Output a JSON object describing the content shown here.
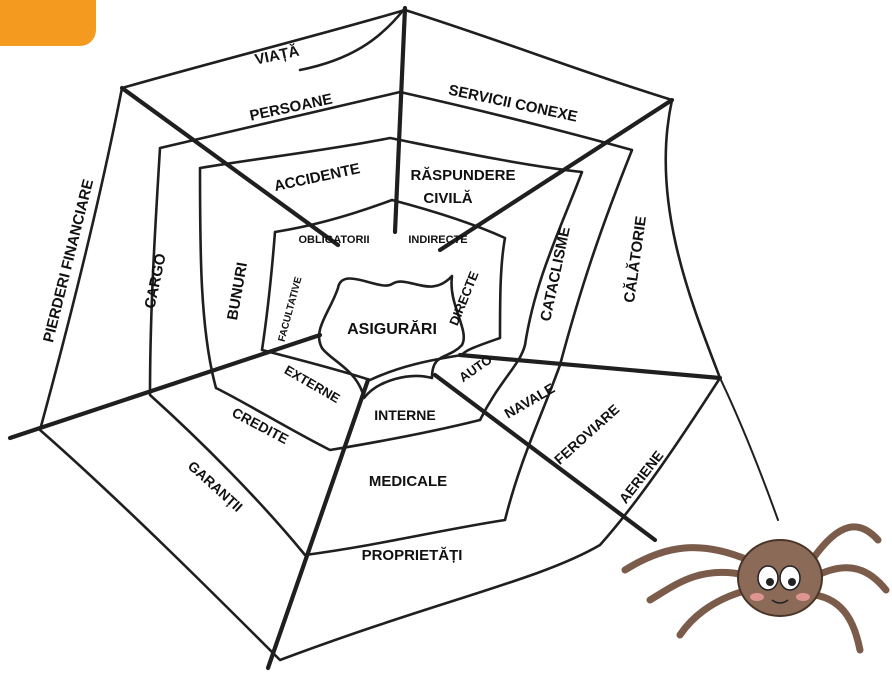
{
  "badge": {
    "text": "!"
  },
  "center": {
    "label": "ASIGURĂRI"
  },
  "ring1": {
    "obligatorii": "OBLIGATORII",
    "indirecte": "INDIRECTE",
    "directe": "DIRECTE",
    "auto": "AUTO",
    "interne": "INTERNE",
    "externe": "EXTERNE",
    "facultative": "FACULTATIVE"
  },
  "ring2": {
    "accidente": "ACCIDENTE",
    "raspundere_line1": "RĂSPUNDERE",
    "raspundere_line2": "CIVILĂ",
    "cataclisme": "CATACLISME",
    "navale": "NAVALE",
    "medicale": "MEDICALE",
    "credite": "CREDITE",
    "bunuri": "BUNURI"
  },
  "ring3": {
    "persoane": "PERSOANE",
    "servicii_conexe": "SERVICII CONEXE",
    "calatorie": "CĂLĂTORIE",
    "feroviare": "FEROVIARE",
    "proprietati": "PROPRIETĂȚI",
    "garantii": "GARANȚII",
    "cargo": "CARGO"
  },
  "ring4": {
    "viata": "VIAȚĂ",
    "aeriene": "AERIENE",
    "pierderi_financiare": "PIERDERI FINANCIARE"
  },
  "colors": {
    "badge": "#f39a1f",
    "spider_body": "#8b6a58",
    "spider_leg": "#7b5b4a",
    "line": "#1f1f1f"
  }
}
